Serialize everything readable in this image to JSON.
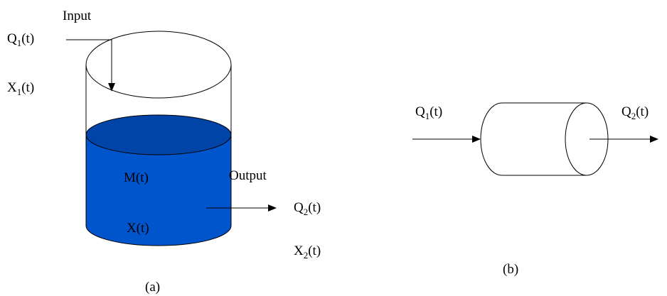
{
  "colors": {
    "liquid": "#0055cc",
    "liquid_dark": "#0044a8",
    "stroke": "#000000",
    "background": "#ffffff"
  },
  "diagram_a": {
    "input_label": "Input",
    "output_label": "Output",
    "inflow": {
      "symbol": "Q",
      "subscript": "1",
      "suffix": "(t)"
    },
    "inflow_conc": {
      "symbol": "X",
      "subscript": "1",
      "suffix": "(t)"
    },
    "mass": "M(t)",
    "conc": "X(t)",
    "outflow": {
      "symbol": "Q",
      "subscript": "2",
      "suffix": "(t)"
    },
    "outflow_conc": {
      "symbol": "X",
      "subscript": "2",
      "suffix": "(t)"
    },
    "caption": "(a)"
  },
  "diagram_b": {
    "inflow": {
      "symbol": "Q",
      "subscript": "1",
      "suffix": "(t)"
    },
    "outflow": {
      "symbol": "Q",
      "subscript": "2",
      "suffix": "(t)"
    },
    "caption": "(b)"
  }
}
